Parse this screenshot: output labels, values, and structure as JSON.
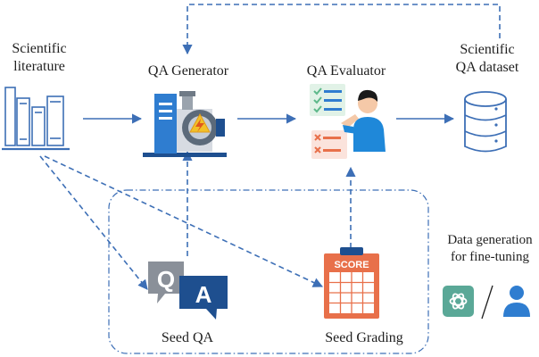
{
  "labels": {
    "literature_line1": "Scientific",
    "literature_line2": "literature",
    "generator": "QA Generator",
    "evaluator": "QA Evaluator",
    "dataset_line1": "Scientific",
    "dataset_line2": "QA dataset",
    "seed_qa": "Seed QA",
    "seed_grading": "Seed Grading",
    "finetune_line1": "Data generation",
    "finetune_line2": "for fine-tuning",
    "separator": "/"
  },
  "icons": {
    "literature": "books-icon",
    "generator": "machine-icon",
    "evaluator": "checklist-person-icon",
    "dataset": "database-icon",
    "seed_qa": "qa-bubbles-icon",
    "seed_grading": "score-clipboard-icon",
    "chatgpt": "chatgpt-logo-icon",
    "human": "person-icon"
  },
  "glyphs": {
    "q": "Q",
    "a": "A",
    "score": "SCORE"
  },
  "colors": {
    "arrow": "#3d6fb6",
    "dark_blue": "#1e4f8f",
    "mid_blue": "#2f7dd0",
    "green": "#5db88a",
    "red": "#e8704a",
    "gray": "#8a9099",
    "chatgpt": "#5aa897"
  }
}
